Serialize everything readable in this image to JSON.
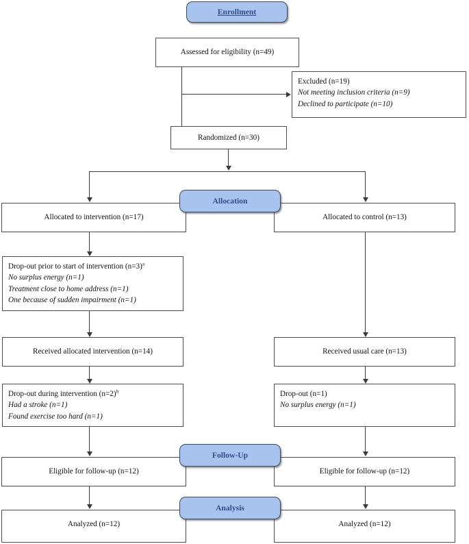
{
  "diagram": {
    "title": "CONSORT participant flow diagram",
    "accent_color": "#a8c4ee",
    "banner_text_color": "#2e4e8c",
    "box_border_color": "#4a4a4a",
    "connector_color": "#3a3a3a"
  },
  "stages": {
    "enrollment": "Enrollment",
    "allocation": "Allocation",
    "followup": "Follow-Up",
    "analysis": "Analysis"
  },
  "enrollment": {
    "assessed": "Assessed for eligibility (n=49)",
    "randomized": "Randomized (n=30)",
    "excluded": {
      "heading": "Excluded (n=19)",
      "reason_1": "Not meeting inclusion criteria (n=9)",
      "reason_2": "Declined to participate (n=10)"
    }
  },
  "intervention_arm": {
    "allocated": "Allocated to intervention (n=17)",
    "dropout_prior": {
      "heading": "Drop-out prior to start of intervention (n=3)",
      "heading_superscript": "a",
      "reason_1": "No surplus energy (n=1)",
      "reason_2": "Treatment close to home address (n=1)",
      "reason_3": "One because of sudden impairment (n=1)"
    },
    "received": "Received allocated intervention (n=14)",
    "dropout_during": {
      "heading": "Drop-out during intervention (n=2)",
      "heading_superscript": "b",
      "reason_1": "Had a stroke (n=1)",
      "reason_2": "Found exercise too hard (n=1)"
    },
    "eligible_followup": "Eligible for follow-up (n=12)",
    "analyzed": "Analyzed (n=12)"
  },
  "control_arm": {
    "allocated": "Allocated to control (n=13)",
    "received": "Received usual care (n=13)",
    "dropout": {
      "heading": "Drop-out (n=1)",
      "reason_1": "No surplus energy (n=1)"
    },
    "eligible_followup": "Eligible for follow-up (n=12)",
    "analyzed": "Analyzed (n=12)"
  }
}
